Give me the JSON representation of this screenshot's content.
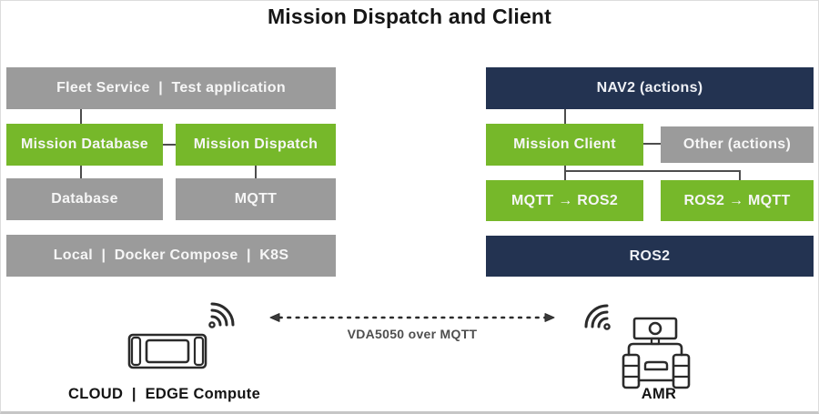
{
  "title": "Mission Dispatch and Client",
  "colors": {
    "green": "#76b82a",
    "navy": "#233351",
    "gray": "#9b9b9b",
    "connector": "#4d4d4d"
  },
  "left_stack": {
    "fleet": "Fleet Service  |  Test application",
    "mission_database": "Mission Database",
    "mission_dispatch": "Mission Dispatch",
    "database": "Database",
    "mqtt": "MQTT",
    "platform": "Local  |  Docker Compose  |  K8S"
  },
  "right_stack": {
    "nav2": "NAV2 (actions)",
    "mission_client": "Mission Client",
    "other": "Other (actions)",
    "mqtt_to_ros2": "MQTT → ROS2",
    "ros2_to_mqtt": "ROS2 → MQTT",
    "ros2": "ROS2"
  },
  "bottom": {
    "link_label": "VDA5050 over MQTT",
    "cloud_label": "CLOUD  |  EDGE Compute",
    "amr_label": "AMR",
    "icons": {
      "wifi_left": "wifi-signal-icon",
      "wifi_right": "wifi-signal-icon",
      "server": "edge-server-icon",
      "robot": "amr-robot-icon",
      "link": "dashed-double-arrow"
    }
  }
}
